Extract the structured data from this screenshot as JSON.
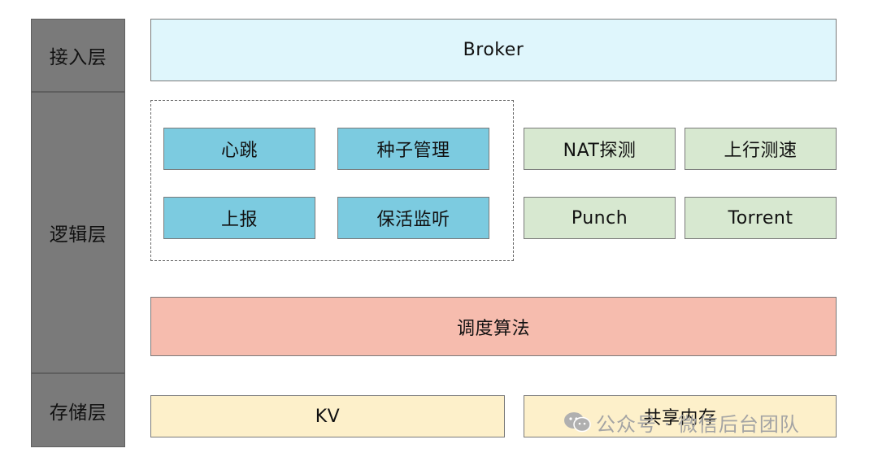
{
  "layers": {
    "access": "接入层",
    "logic": "逻辑层",
    "storage": "存储层"
  },
  "access": {
    "broker": "Broker"
  },
  "logic": {
    "group_a": [
      "心跳",
      "种子管理",
      "上报",
      "保活监听"
    ],
    "group_b": [
      "NAT探测",
      "上行测速",
      "Punch",
      "Torrent"
    ],
    "scheduler": "调度算法"
  },
  "storage": {
    "kv": "KV",
    "shared_memory": "共享内存"
  },
  "watermark": {
    "text": "公众号 · 微信后台团队",
    "icon": "wechat-icon"
  },
  "colors": {
    "layer_bar": "#7a7a7a",
    "broker": "#dff6fc",
    "core_module": "#7ccbe0",
    "network_module": "#d7e8d0",
    "scheduler": "#f6bcae",
    "storage": "#fdf0ca"
  }
}
